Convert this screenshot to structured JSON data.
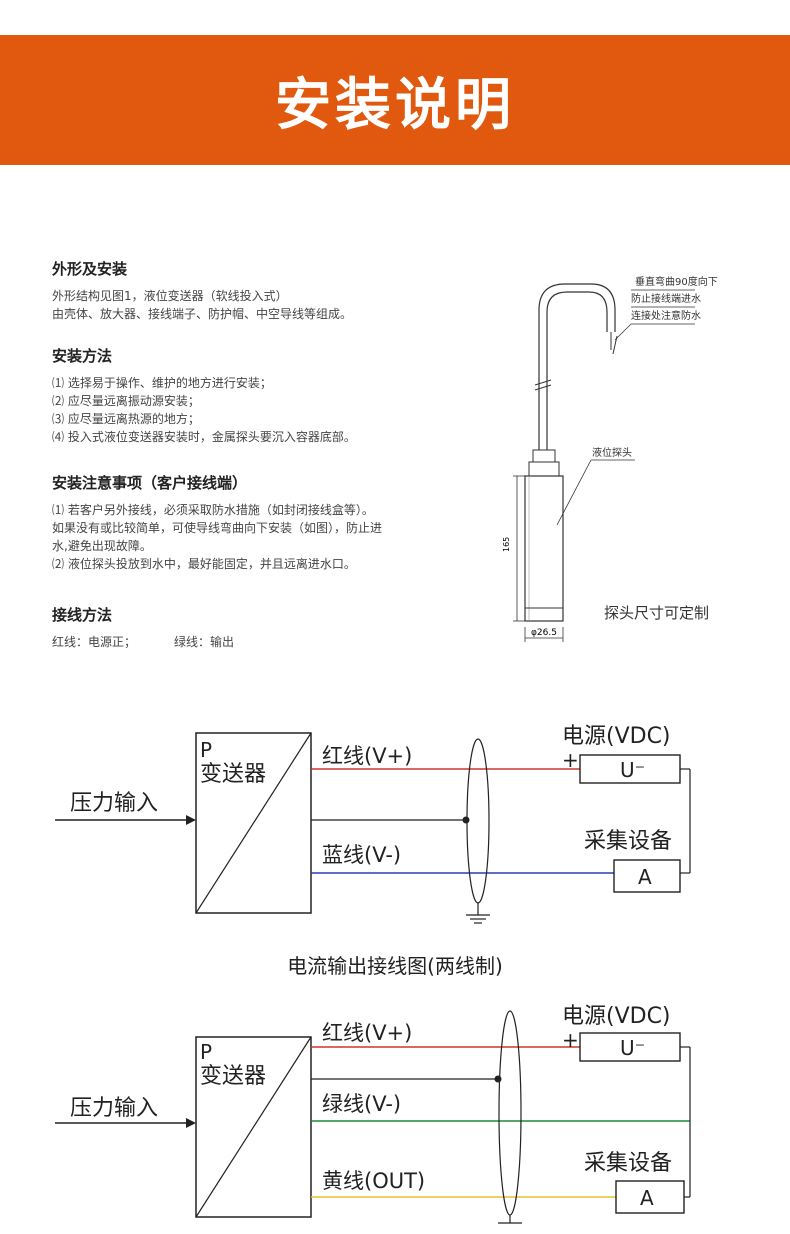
{
  "banner": {
    "title": "安装说明"
  },
  "sections": {
    "appearance": {
      "title": "外形及安装",
      "lines": [
        "外形结构见图1，液位变送器（软线投入式）",
        "由壳体、放大器、接线端子、防护帽、中空导线等组成。"
      ]
    },
    "method": {
      "title": "安装方法",
      "lines": [
        "⑴ 选择易于操作、维护的地方进行安装；",
        "⑵ 应尽量远离振动源安装；",
        "⑶ 应尽量远离热源的地方；",
        "⑷ 投入式液位变送器安装时，金属探头要沉入容器底部。"
      ]
    },
    "notes": {
      "title": "安装注意事项（客户接线端）",
      "lines": [
        "⑴ 若客户另外接线，必须采取防水措施（如封闭接线盒等）。",
        "如果没有或比较简单，可使导线弯曲向下安装（如图），防止进",
        "水,避免出现故障。",
        "⑵ 液位探头投放到水中，最好能固定，并且远离进水口。"
      ]
    },
    "wiring": {
      "title": "接线方法",
      "red": "红线：电源正；",
      "green": "绿线：输出"
    }
  },
  "probe": {
    "note1": "垂直弯曲90度向下",
    "note2": "防止接线端进水",
    "note3": "连接处注意防水",
    "probe_label": "液位探头",
    "dim_length": "165",
    "dim_dia": "φ26.5",
    "caption": "探头尺寸可定制"
  },
  "diagram1": {
    "input_label": "压力输入",
    "box_p": "P",
    "box_name": "变送器",
    "wire_top": "红线(V+)",
    "wire_bottom": "蓝线(V-)",
    "power_label": "电源(VDC)",
    "plus": "+",
    "u_label": "U⁻",
    "device_label": "采集设备",
    "a_label": "A",
    "caption": "电流输出接线图(两线制)"
  },
  "diagram2": {
    "input_label": "压力输入",
    "box_p": "P",
    "box_name": "变送器",
    "wire_top": "红线(V+)",
    "wire_mid": "绿线(V-)",
    "wire_bottom": "黄线(OUT)",
    "power_label": "电源(VDC)",
    "plus": "+",
    "u_label": "U⁻",
    "device_label": "采集设备",
    "a_label": "A"
  },
  "colors": {
    "banner": "#e1580f",
    "red_wire": "#d0342c",
    "blue_wire": "#2a3bb0",
    "green_wire": "#1e8a35",
    "yellow_wire": "#e8c02a"
  }
}
